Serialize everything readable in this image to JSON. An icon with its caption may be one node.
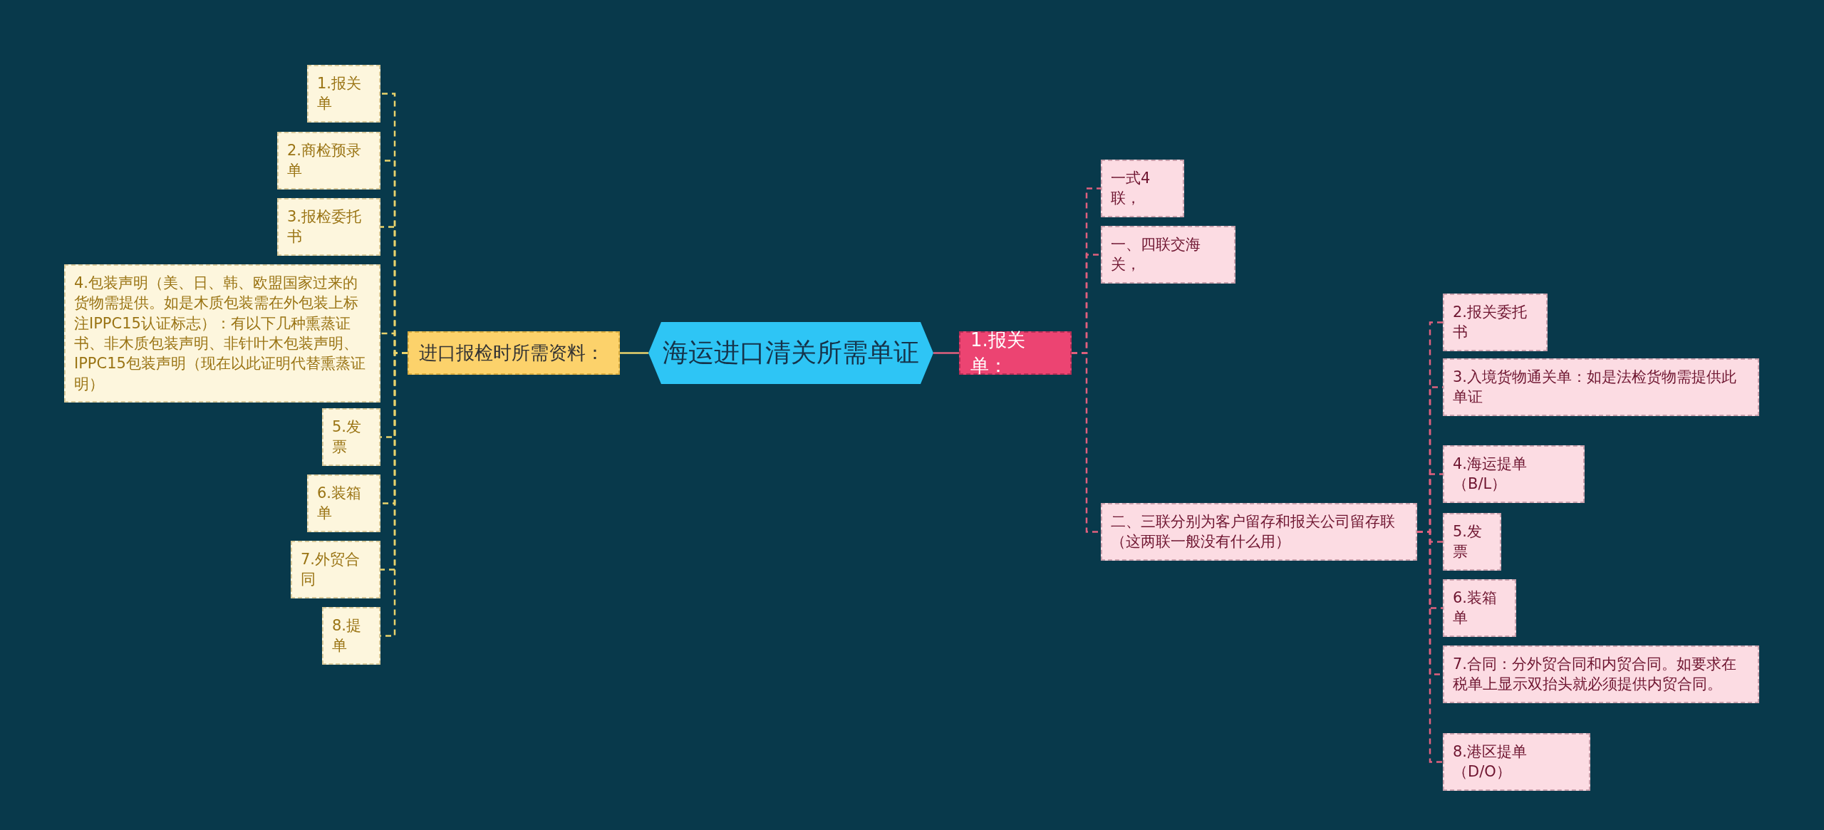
{
  "diagram": {
    "nodes": [
      {
        "text": [
          "海运进口清关所需单证"
        ]
      },
      {
        "text": [
          "进口报检时所需资料："
        ]
      },
      {
        "text": [
          "1.报关单"
        ]
      },
      {
        "text": [
          "2.商检预录单"
        ]
      },
      {
        "text": [
          "3.报检委托书"
        ]
      },
      {
        "text": [
          "4.包装声明（美、日、韩、欧盟国家过来的货物需提供。如是木质包装需在外包装上标注IPPC15认证标志）：有以下几种熏蒸证书、非木质包装声明、非针叶木包装声明、IPPC15包装声明（现在以此证明代替熏蒸证明）"
        ]
      },
      {
        "text": [
          "5.发票"
        ]
      },
      {
        "text": [
          "6.装箱单"
        ]
      },
      {
        "text": [
          "7.外贸合同"
        ]
      },
      {
        "text": [
          "8.提单"
        ]
      },
      {
        "text": [
          "1.报关单："
        ]
      },
      {
        "text": [
          "一式4联，"
        ]
      },
      {
        "text": [
          "一、四联交海关，"
        ]
      },
      {
        "text": [
          "二、三联分别为客户留存和报关公司留存联（这两联一般没有什么用）"
        ]
      },
      {
        "text": [
          "2.报关委托书"
        ]
      },
      {
        "text": [
          "3.入境货物通关单：如是法检货物需提供此单证"
        ]
      },
      {
        "text": [
          "4.海运提单（B/L）"
        ]
      },
      {
        "text": [
          "5.发票"
        ]
      },
      {
        "text": [
          "6.装箱单"
        ]
      },
      {
        "text": [
          "7.合同：分外贸合同和内贸合同。如要求在税单上显示双抬头就必须提供内贸合同。"
        ]
      },
      {
        "text": [
          "8.港区提单（D/O）"
        ]
      }
    ],
    "edges": [
      {
        "from": 0,
        "to": 1,
        "arrow": "none",
        "color": "#e9d36c"
      },
      {
        "from": 1,
        "to": 2,
        "arrow": "none",
        "style": "dashed",
        "color": "#e9d36c"
      },
      {
        "from": 1,
        "to": 3,
        "arrow": "none",
        "style": "dashed",
        "color": "#e9d36c"
      },
      {
        "from": 1,
        "to": 4,
        "arrow": "none",
        "style": "dashed",
        "color": "#e9d36c"
      },
      {
        "from": 1,
        "to": 5,
        "arrow": "none",
        "style": "dashed",
        "color": "#e9d36c"
      },
      {
        "from": 1,
        "to": 6,
        "arrow": "none",
        "style": "dashed",
        "color": "#e9d36c"
      },
      {
        "from": 1,
        "to": 7,
        "arrow": "none",
        "style": "dashed",
        "color": "#e9d36c"
      },
      {
        "from": 1,
        "to": 8,
        "arrow": "none",
        "style": "dashed",
        "color": "#e9d36c"
      },
      {
        "from": 1,
        "to": 9,
        "arrow": "none",
        "style": "dashed",
        "color": "#e9d36c"
      },
      {
        "from": 0,
        "to": 10,
        "arrow": "none"
      },
      {
        "from": 10,
        "to": 11,
        "arrow": "none",
        "style": "dashed"
      },
      {
        "from": 10,
        "to": 12,
        "arrow": "none",
        "style": "dashed"
      },
      {
        "from": 10,
        "to": 13,
        "arrow": "none",
        "style": "dashed"
      },
      {
        "from": 13,
        "to": 14,
        "arrow": "none",
        "style": "dashed"
      },
      {
        "from": 13,
        "to": 15,
        "arrow": "none",
        "style": "dashed"
      },
      {
        "from": 13,
        "to": 16,
        "arrow": "none",
        "style": "dashed"
      },
      {
        "from": 13,
        "to": 17,
        "arrow": "none",
        "style": "dashed"
      },
      {
        "from": 13,
        "to": 18,
        "arrow": "none",
        "style": "dashed"
      },
      {
        "from": 13,
        "to": 19,
        "arrow": "none",
        "style": "dashed"
      },
      {
        "from": 13,
        "to": 20,
        "arrow": "none",
        "style": "dashed"
      }
    ]
  }
}
